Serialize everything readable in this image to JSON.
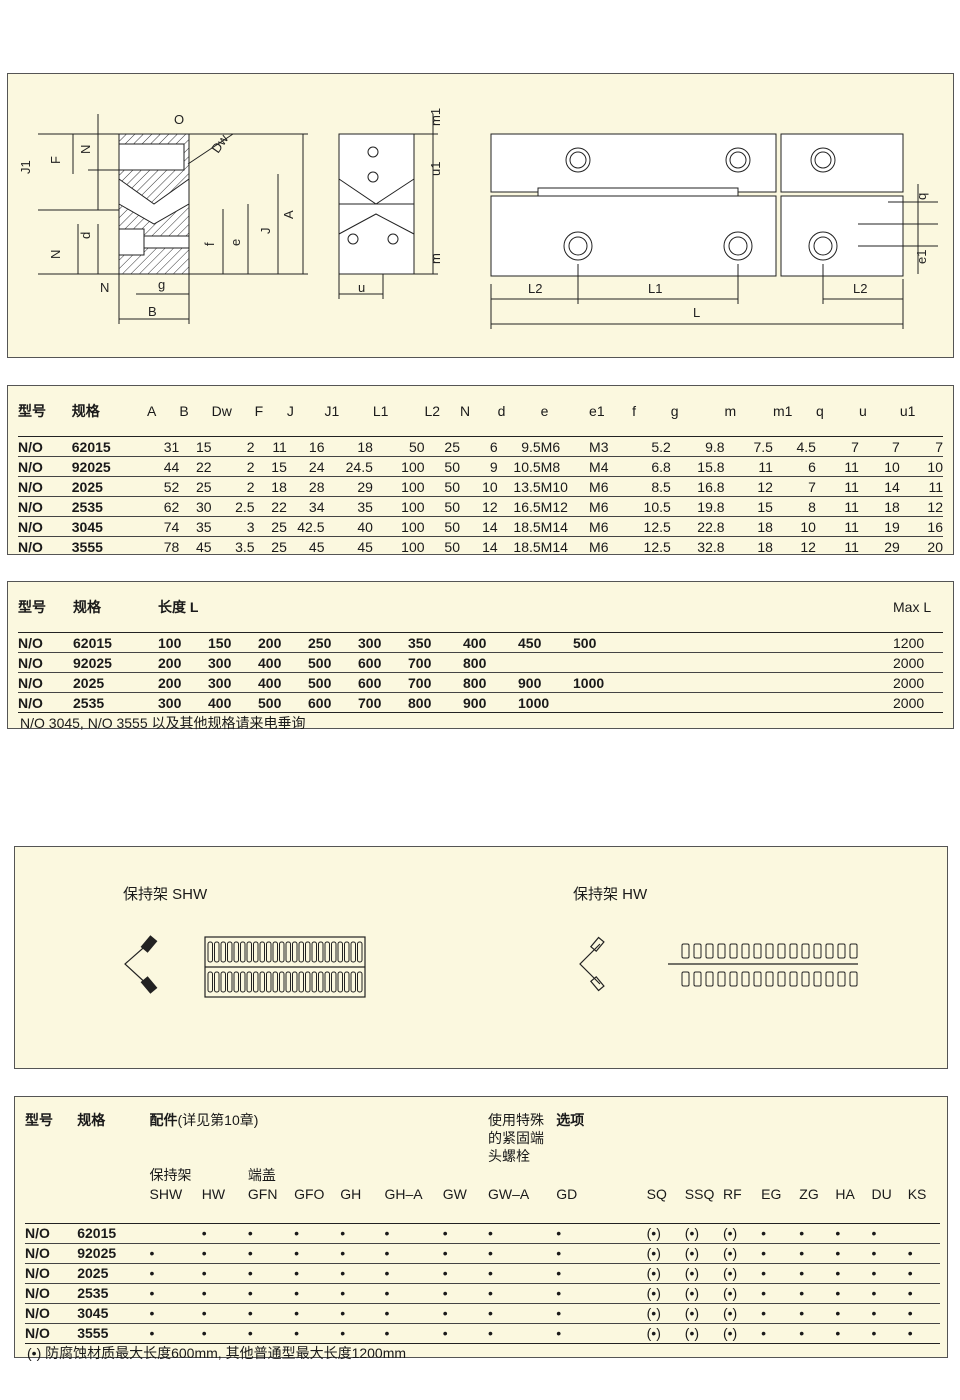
{
  "drawing": {
    "labels": [
      "O",
      "J1",
      "F",
      "N",
      "N",
      "d",
      "N",
      "f",
      "e",
      "J",
      "A",
      "Dw",
      "g",
      "B",
      "m1",
      "u1",
      "m",
      "u",
      "q",
      "e1",
      "L2",
      "L1",
      "L2",
      "L"
    ]
  },
  "table1": {
    "headers": [
      "型号",
      "规格",
      "A",
      "B",
      "Dw",
      "F",
      "J",
      "J1",
      "L1",
      "L2",
      "N",
      "d",
      "e",
      "e1",
      "f",
      "g",
      "m",
      "m1",
      "q",
      "u",
      "u1"
    ],
    "rows": [
      [
        "N/O",
        "62015",
        "31",
        "15",
        "2",
        "11",
        "16",
        "18",
        "50",
        "25",
        "6",
        "9.5",
        "M6",
        "M3",
        "5.2",
        "9.8",
        "7.5",
        "4.5",
        "7",
        "7",
        "7"
      ],
      [
        "N/O",
        "92025",
        "44",
        "22",
        "2",
        "15",
        "24",
        "24.5",
        "100",
        "50",
        "9",
        "10.5",
        "M8",
        "M4",
        "6.8",
        "15.8",
        "11",
        "6",
        "11",
        "10",
        "10"
      ],
      [
        "N/O",
        "2025",
        "52",
        "25",
        "2",
        "18",
        "28",
        "29",
        "100",
        "50",
        "10",
        "13.5",
        "M10",
        "M6",
        "8.5",
        "16.8",
        "12",
        "7",
        "11",
        "14",
        "11"
      ],
      [
        "N/O",
        "2535",
        "62",
        "30",
        "2.5",
        "22",
        "34",
        "35",
        "100",
        "50",
        "12",
        "16.5",
        "M12",
        "M6",
        "10.5",
        "19.8",
        "15",
        "8",
        "11",
        "18",
        "12"
      ],
      [
        "N/O",
        "3045",
        "74",
        "35",
        "3",
        "25",
        "42.5",
        "40",
        "100",
        "50",
        "14",
        "18.5",
        "M14",
        "M6",
        "12.5",
        "22.8",
        "18",
        "10",
        "11",
        "19",
        "16"
      ],
      [
        "N/O",
        "3555",
        "78",
        "45",
        "3.5",
        "25",
        "45",
        "45",
        "100",
        "50",
        "14",
        "18.5",
        "M14",
        "M6",
        "12.5",
        "32.8",
        "18",
        "12",
        "11",
        "29",
        "20"
      ]
    ]
  },
  "table2": {
    "headers": [
      "型号",
      "规格",
      "长度 L",
      "Max L"
    ],
    "rows": [
      {
        "type": "N/O",
        "size": "62015",
        "lengths": [
          "100",
          "150",
          "200",
          "250",
          "300",
          "350",
          "400",
          "450",
          "500"
        ],
        "max": "1200"
      },
      {
        "type": "N/O",
        "size": "92025",
        "lengths": [
          "200",
          "300",
          "400",
          "500",
          "600",
          "700",
          "800",
          "",
          ""
        ],
        "max": "2000"
      },
      {
        "type": "N/O",
        "size": "2025",
        "lengths": [
          "200",
          "300",
          "400",
          "500",
          "600",
          "700",
          "800",
          "900",
          "1000"
        ],
        "max": "2000"
      },
      {
        "type": "N/O",
        "size": "2535",
        "lengths": [
          "300",
          "400",
          "500",
          "600",
          "700",
          "800",
          "900",
          "1000",
          ""
        ],
        "max": "2000"
      }
    ],
    "note": "N/O 3045, N/O 3555 以及其他规格请来电垂询"
  },
  "cages": {
    "left_caption": "保持架 SHW",
    "right_caption": "保持架 HW"
  },
  "table3": {
    "h_type": "型号",
    "h_size": "规格",
    "h_acc": "配件",
    "h_acc_note": "(详见第10章)",
    "h_screw": [
      "使用特殊",
      "的紧固端",
      "头螺栓"
    ],
    "h_options": "选项",
    "group_cage": "保持架",
    "group_cap": "端盖",
    "cols": [
      "SHW",
      "HW",
      "GFN",
      "GFO",
      "GH",
      "GH–A",
      "GW",
      "GW–A",
      "GD",
      "SQ",
      "SSQ",
      "RF",
      "EG",
      "ZG",
      "HA",
      "DU",
      "KS"
    ],
    "rows": [
      {
        "type": "N/O",
        "size": "62015",
        "marks": [
          "",
          "•",
          "•",
          "•",
          "•",
          "•",
          "•",
          "•",
          "•",
          "(•)",
          "(•)",
          "(•)",
          "•",
          "•",
          "•",
          "•",
          ""
        ]
      },
      {
        "type": "N/O",
        "size": "92025",
        "marks": [
          "•",
          "•",
          "•",
          "•",
          "•",
          "•",
          "•",
          "•",
          "•",
          "(•)",
          "(•)",
          "(•)",
          "•",
          "•",
          "•",
          "•",
          "•"
        ]
      },
      {
        "type": "N/O",
        "size": "2025",
        "marks": [
          "•",
          "•",
          "•",
          "•",
          "•",
          "•",
          "•",
          "•",
          "•",
          "(•)",
          "(•)",
          "(•)",
          "•",
          "•",
          "•",
          "•",
          "•"
        ]
      },
      {
        "type": "N/O",
        "size": "2535",
        "marks": [
          "•",
          "•",
          "•",
          "•",
          "•",
          "•",
          "•",
          "•",
          "•",
          "(•)",
          "(•)",
          "(•)",
          "•",
          "•",
          "•",
          "•",
          "•"
        ]
      },
      {
        "type": "N/O",
        "size": "3045",
        "marks": [
          "•",
          "•",
          "•",
          "•",
          "•",
          "•",
          "•",
          "•",
          "•",
          "(•)",
          "(•)",
          "(•)",
          "•",
          "•",
          "•",
          "•",
          "•"
        ]
      },
      {
        "type": "N/O",
        "size": "3555",
        "marks": [
          "•",
          "•",
          "•",
          "•",
          "•",
          "•",
          "•",
          "•",
          "•",
          "(•)",
          "(•)",
          "(•)",
          "•",
          "•",
          "•",
          "•",
          "•"
        ]
      }
    ],
    "note": "(•) 防腐蚀材质最大长度600mm, 其他普通型最大长度1200mm"
  }
}
